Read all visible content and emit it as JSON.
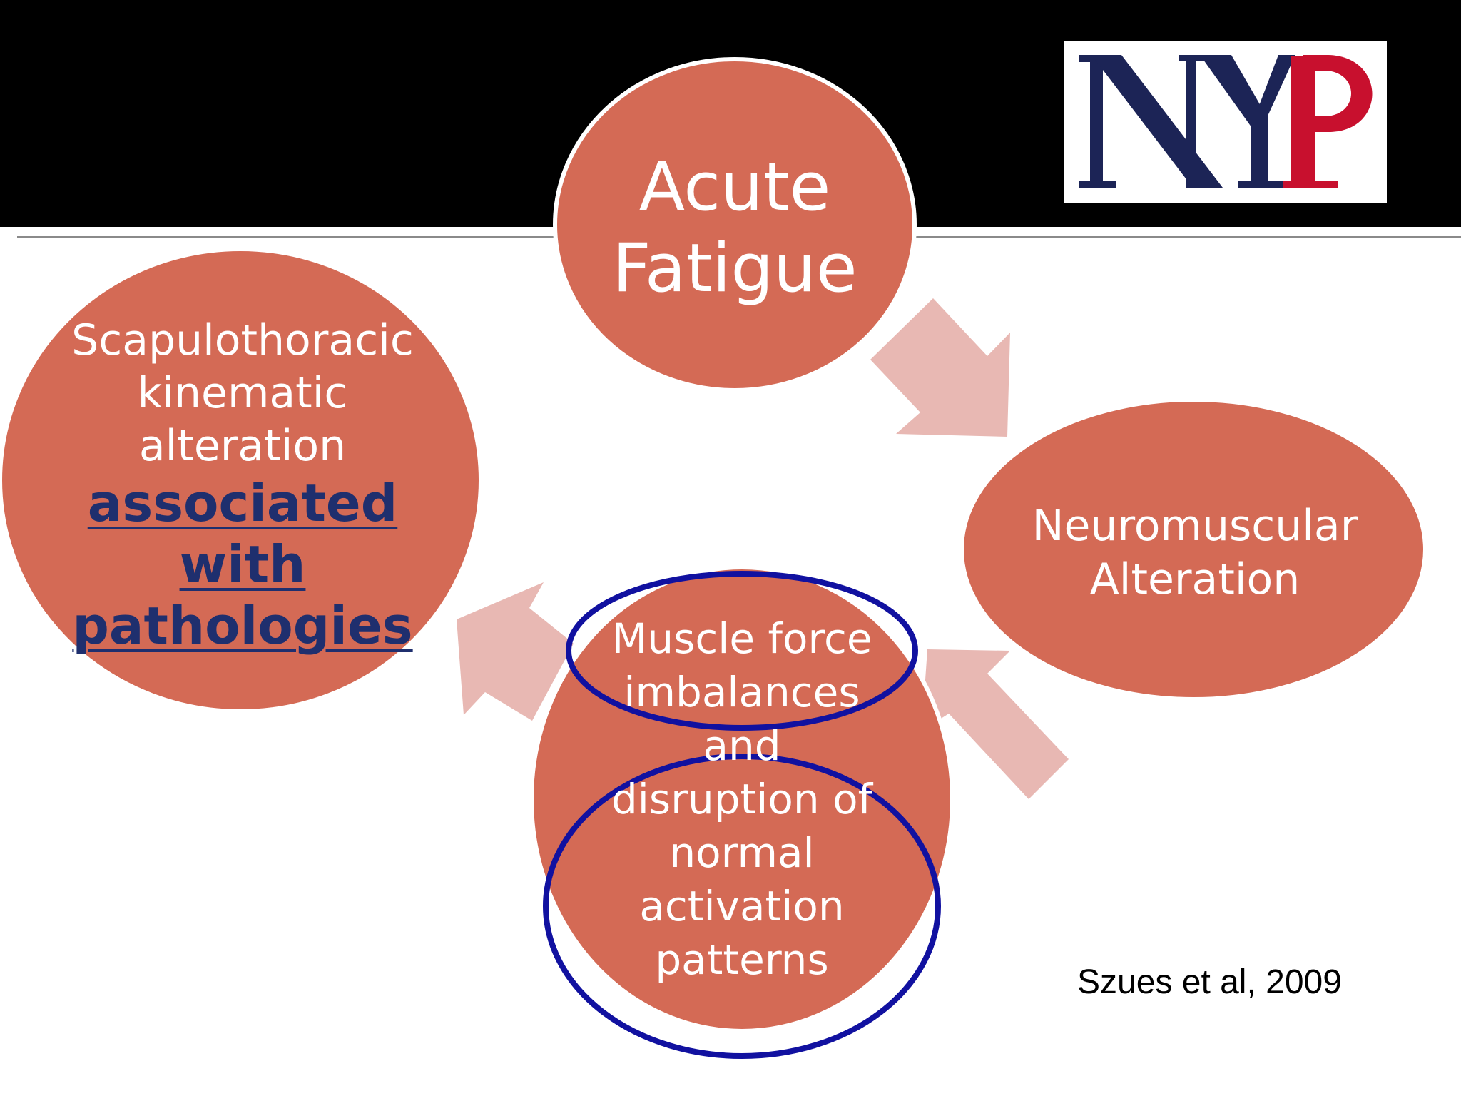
{
  "logo": {
    "letters": "NYP",
    "colors": {
      "navy": "#1c2456",
      "red": "#c8102e"
    }
  },
  "nodes": {
    "acute_fatigue": {
      "lines": [
        "Acute",
        "Fatigue"
      ]
    },
    "scapulothoracic": {
      "lines": [
        "Scapulothoracic",
        "kinematic",
        "alteration"
      ],
      "emphasis": [
        "associated",
        "with",
        "pathologies"
      ]
    },
    "neuromuscular": {
      "lines": [
        "Neuromuscular",
        "Alteration"
      ]
    },
    "muscle_force": {
      "lines": [
        "Muscle force",
        "imbalances",
        "and",
        "disruption of",
        "normal",
        "activation",
        "patterns"
      ]
    }
  },
  "citation": "Szues et al, 2009",
  "colors": {
    "circle_fill": "#d46a55",
    "arrow_fill": "#e8b8b3",
    "highlight_ring": "#1111a0",
    "emphasis_text": "#1f2f6e",
    "header_band": "#000000"
  }
}
